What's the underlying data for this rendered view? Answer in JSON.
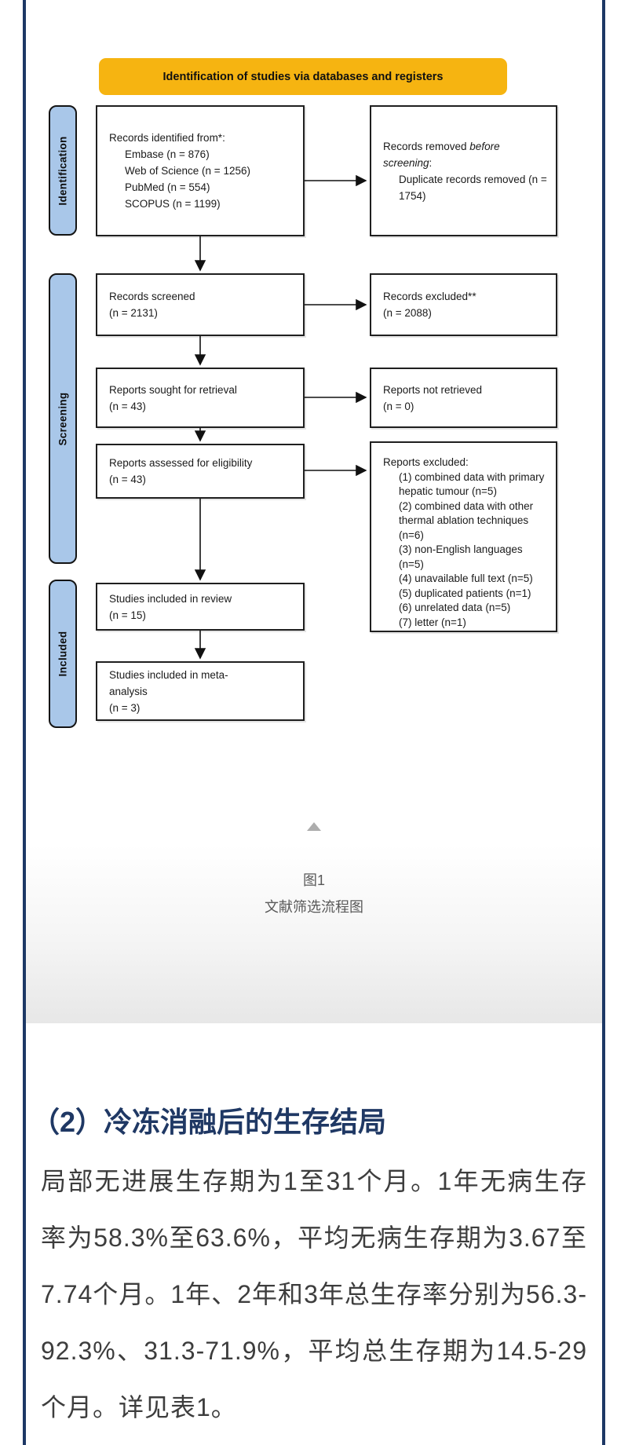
{
  "flowchart": {
    "banner": "Identification of studies via databases and registers",
    "stages": {
      "identification": "Identification",
      "screening": "Screening",
      "included": "Included"
    },
    "identified": {
      "title": "Records identified from*:",
      "sources": [
        "Embase (n = 876)",
        "Web of Science (n = 1256)",
        "PubMed (n = 554)",
        "SCOPUS (n = 1199)"
      ]
    },
    "removed": {
      "prefix": "Records removed ",
      "italic": "before screening",
      "suffix": ":",
      "detail": "Duplicate records removed (n = 1754)"
    },
    "screened": {
      "lines": [
        "Records screened",
        "(n = 2131)"
      ]
    },
    "records_excluded": {
      "lines": [
        "Records excluded**",
        "(n = 2088)"
      ]
    },
    "sought": {
      "lines": [
        "Reports sought for retrieval",
        "(n = 43)"
      ]
    },
    "not_retrieved": {
      "lines": [
        "Reports not retrieved",
        "(n = 0)"
      ]
    },
    "assessed": {
      "lines": [
        "Reports assessed for eligibility",
        "(n = 43)"
      ]
    },
    "reports_excluded": {
      "title": "Reports excluded:",
      "reasons": [
        "(1) combined data with primary hepatic tumour (n=5)",
        "(2) combined data with other thermal ablation techniques (n=6)",
        "(3) non-English languages (n=5)",
        "(4) unavailable full text (n=5)",
        "(5) duplicated patients (n=1)",
        "(6) unrelated data (n=5)",
        "(7) letter (n=1)"
      ]
    },
    "review": {
      "lines": [
        "Studies included in review",
        "(n = 15)"
      ]
    },
    "meta_analysis": {
      "lines": [
        "Studies included in meta-",
        "analysis",
        "(n = 3)"
      ]
    }
  },
  "caption": {
    "figure_label": "图1",
    "figure_title": "文献筛选流程图"
  },
  "article": {
    "section_heading": "（2）冷冻消融后的生存结局",
    "paragraph": "局部无进展生存期为1至31个月。1年无病生存率为58.3%至63.6%，平均无病生存期为3.67至7.74个月。1年、2年和3年总生存率分别为56.3-92.3%、31.3-71.9%，平均总生存期为14.5-29个月。详见表1。"
  },
  "colors": {
    "banner_orange": "#F6B411",
    "stage_blue": "#A9C7E9",
    "side_rule_navy": "#1D3865",
    "heading_navy": "#1F3864",
    "caption_gray": "#595959"
  }
}
